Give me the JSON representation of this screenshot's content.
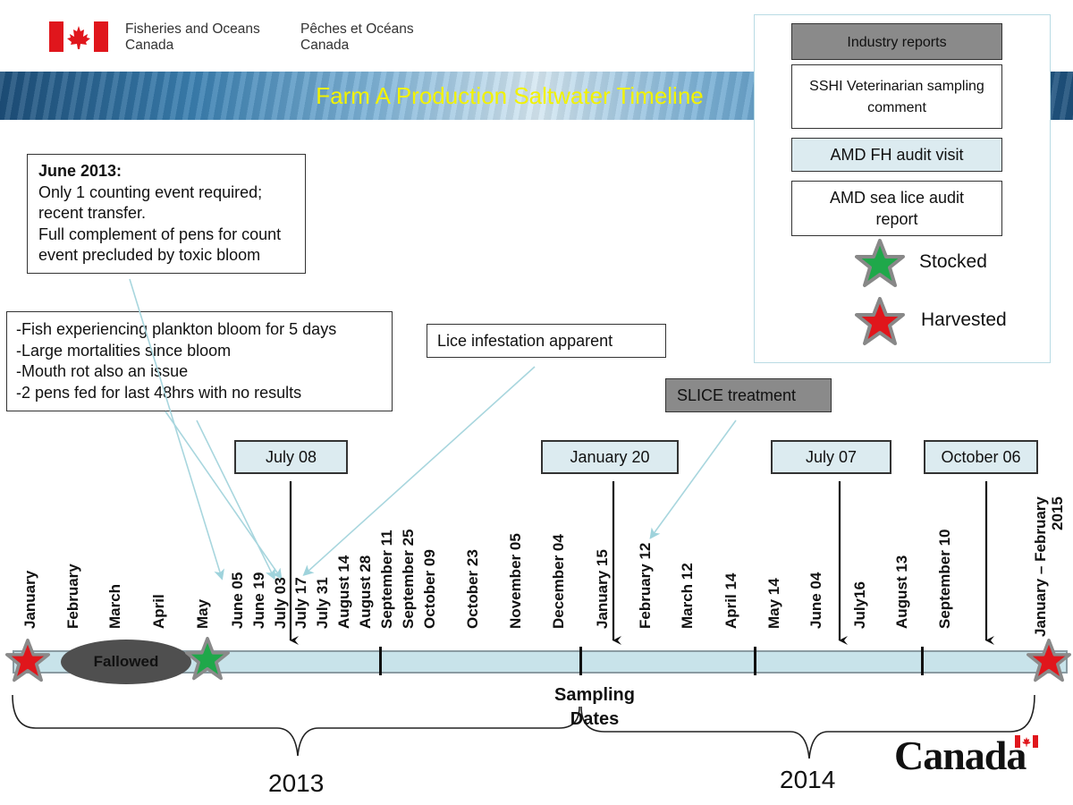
{
  "header": {
    "org_en": [
      "Fisheries and Oceans",
      "Canada"
    ],
    "org_fr": [
      "Pêches et Océans",
      "Canada"
    ],
    "title": "Farm A Production Saltwater Timeline"
  },
  "legend": {
    "industry_reports": "Industry reports",
    "ssh_comment": [
      "SSHI Veterinarian  sampling",
      "comment"
    ],
    "amd_fh": "AMD FH audit visit",
    "amd_lice": [
      "AMD sea lice audit",
      "report"
    ],
    "stocked": "Stocked",
    "harvested": "Harvested"
  },
  "notes": {
    "june_title": "June 2013:",
    "june_lines": [
      "Only 1 counting event required;",
      "recent transfer.",
      "Full complement of pens for count",
      "event precluded by toxic bloom"
    ],
    "bloom_lines": [
      "-Fish experiencing plankton bloom for 5 days",
      "-Large mortalities since bloom",
      "-Mouth rot also an issue",
      "-2 pens fed for last 48hrs with no results"
    ],
    "lice": "Lice infestation apparent",
    "slice": "SLICE treatment"
  },
  "date_boxes": [
    "July 08",
    "January 20",
    "July 07",
    "October 06"
  ],
  "months": [
    "January",
    "February",
    "March",
    "April",
    "May"
  ],
  "sampling_dates": [
    "June 05",
    "June 19",
    "July 03",
    "July 17",
    "July 31",
    "August 14",
    "August 28",
    "September 11",
    "September 25",
    "October 09",
    "October 23",
    "November 05",
    "December 04",
    "January 15",
    "February 12",
    "March 12",
    "April 14",
    "May 14",
    "June 04",
    "July16",
    "August 13",
    "September 10"
  ],
  "last_label": [
    "January – February",
    "2015"
  ],
  "fallowed": "Fallowed",
  "sampling_label": [
    "Sampling",
    "Dates"
  ],
  "years": [
    "2013",
    "2014"
  ],
  "wordmark": "Canada",
  "colors": {
    "title": "#f2f200",
    "stocked": "#1fa84a",
    "harvested": "#e0161c",
    "bar": "#c8e3ea",
    "date_box": "#dcebf0",
    "slice_box": "#8a8a8a"
  }
}
